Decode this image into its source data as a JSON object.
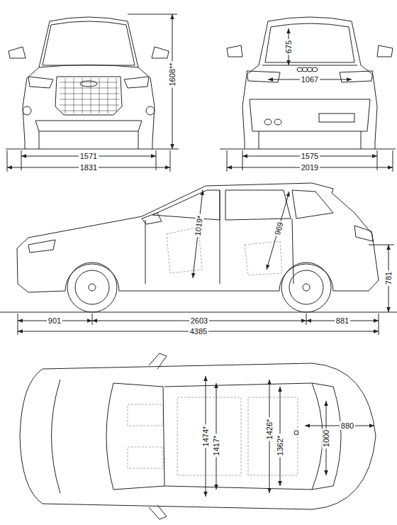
{
  "diagram": {
    "labels": [
      "1608**",
      "675",
      "1067",
      "1571",
      "1831",
      "1575",
      "2019",
      "1019*",
      "969",
      "781",
      "901",
      "2603",
      "881",
      "4385",
      "1474*",
      "1417*",
      "1426*",
      "1362*",
      "1000",
      "880"
    ]
  }
}
